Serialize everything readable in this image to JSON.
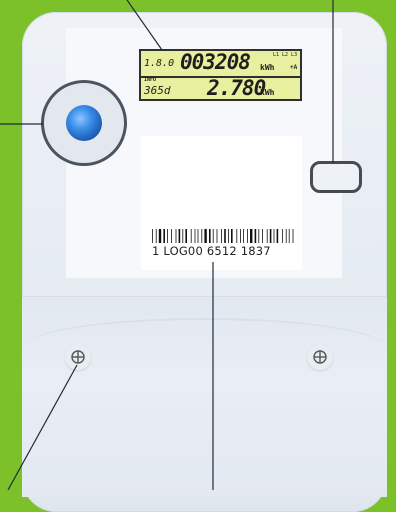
{
  "display": {
    "row1": {
      "obis_code": "1.8.0",
      "reading": "003208",
      "unit": "kWh",
      "phases": "L1 L2 L3",
      "direction": "+A"
    },
    "row2": {
      "info_label": "INFO",
      "days": "365d",
      "reading": "2.780",
      "unit": "kWh"
    },
    "background_color": "#e8f0a0"
  },
  "led": {
    "icon": "led-indicator-icon",
    "color": "#1a56b0"
  },
  "label": {
    "serial_number": "1 LOG00 6512 1837"
  },
  "colors": {
    "page_background": "#7cc02a",
    "meter_body": "#e8edf3"
  },
  "screws": [
    {
      "icon": "screw-icon"
    },
    {
      "icon": "screw-icon"
    }
  ]
}
